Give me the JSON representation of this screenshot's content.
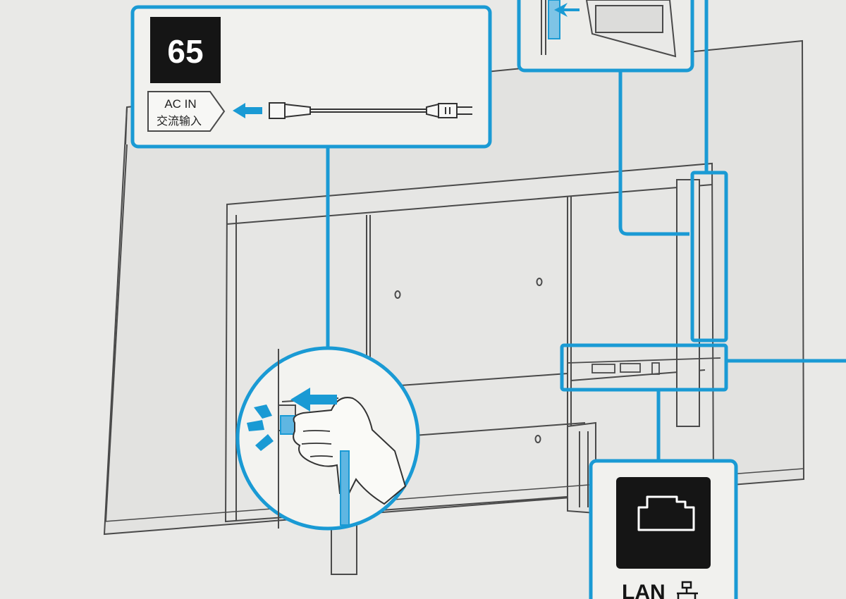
{
  "model_badge": {
    "text": "65"
  },
  "ac_callout": {
    "port_label_line1": "AC IN",
    "port_label_line2": "交流输入"
  },
  "lan_callout": {
    "label": "LAN",
    "network_symbol": "network-symbol-icon"
  },
  "icons": {
    "insert_arrow": "arrow-left-icon",
    "power_plug": "power-plug-icon",
    "lan_port": "ethernet-port-icon",
    "ci_card": "ci-card-icon"
  },
  "colors": {
    "accent": "#1a9ad4",
    "badge_bg": "#151515",
    "line_art": "#4a4a4a",
    "paper": "#e9e9e7"
  }
}
